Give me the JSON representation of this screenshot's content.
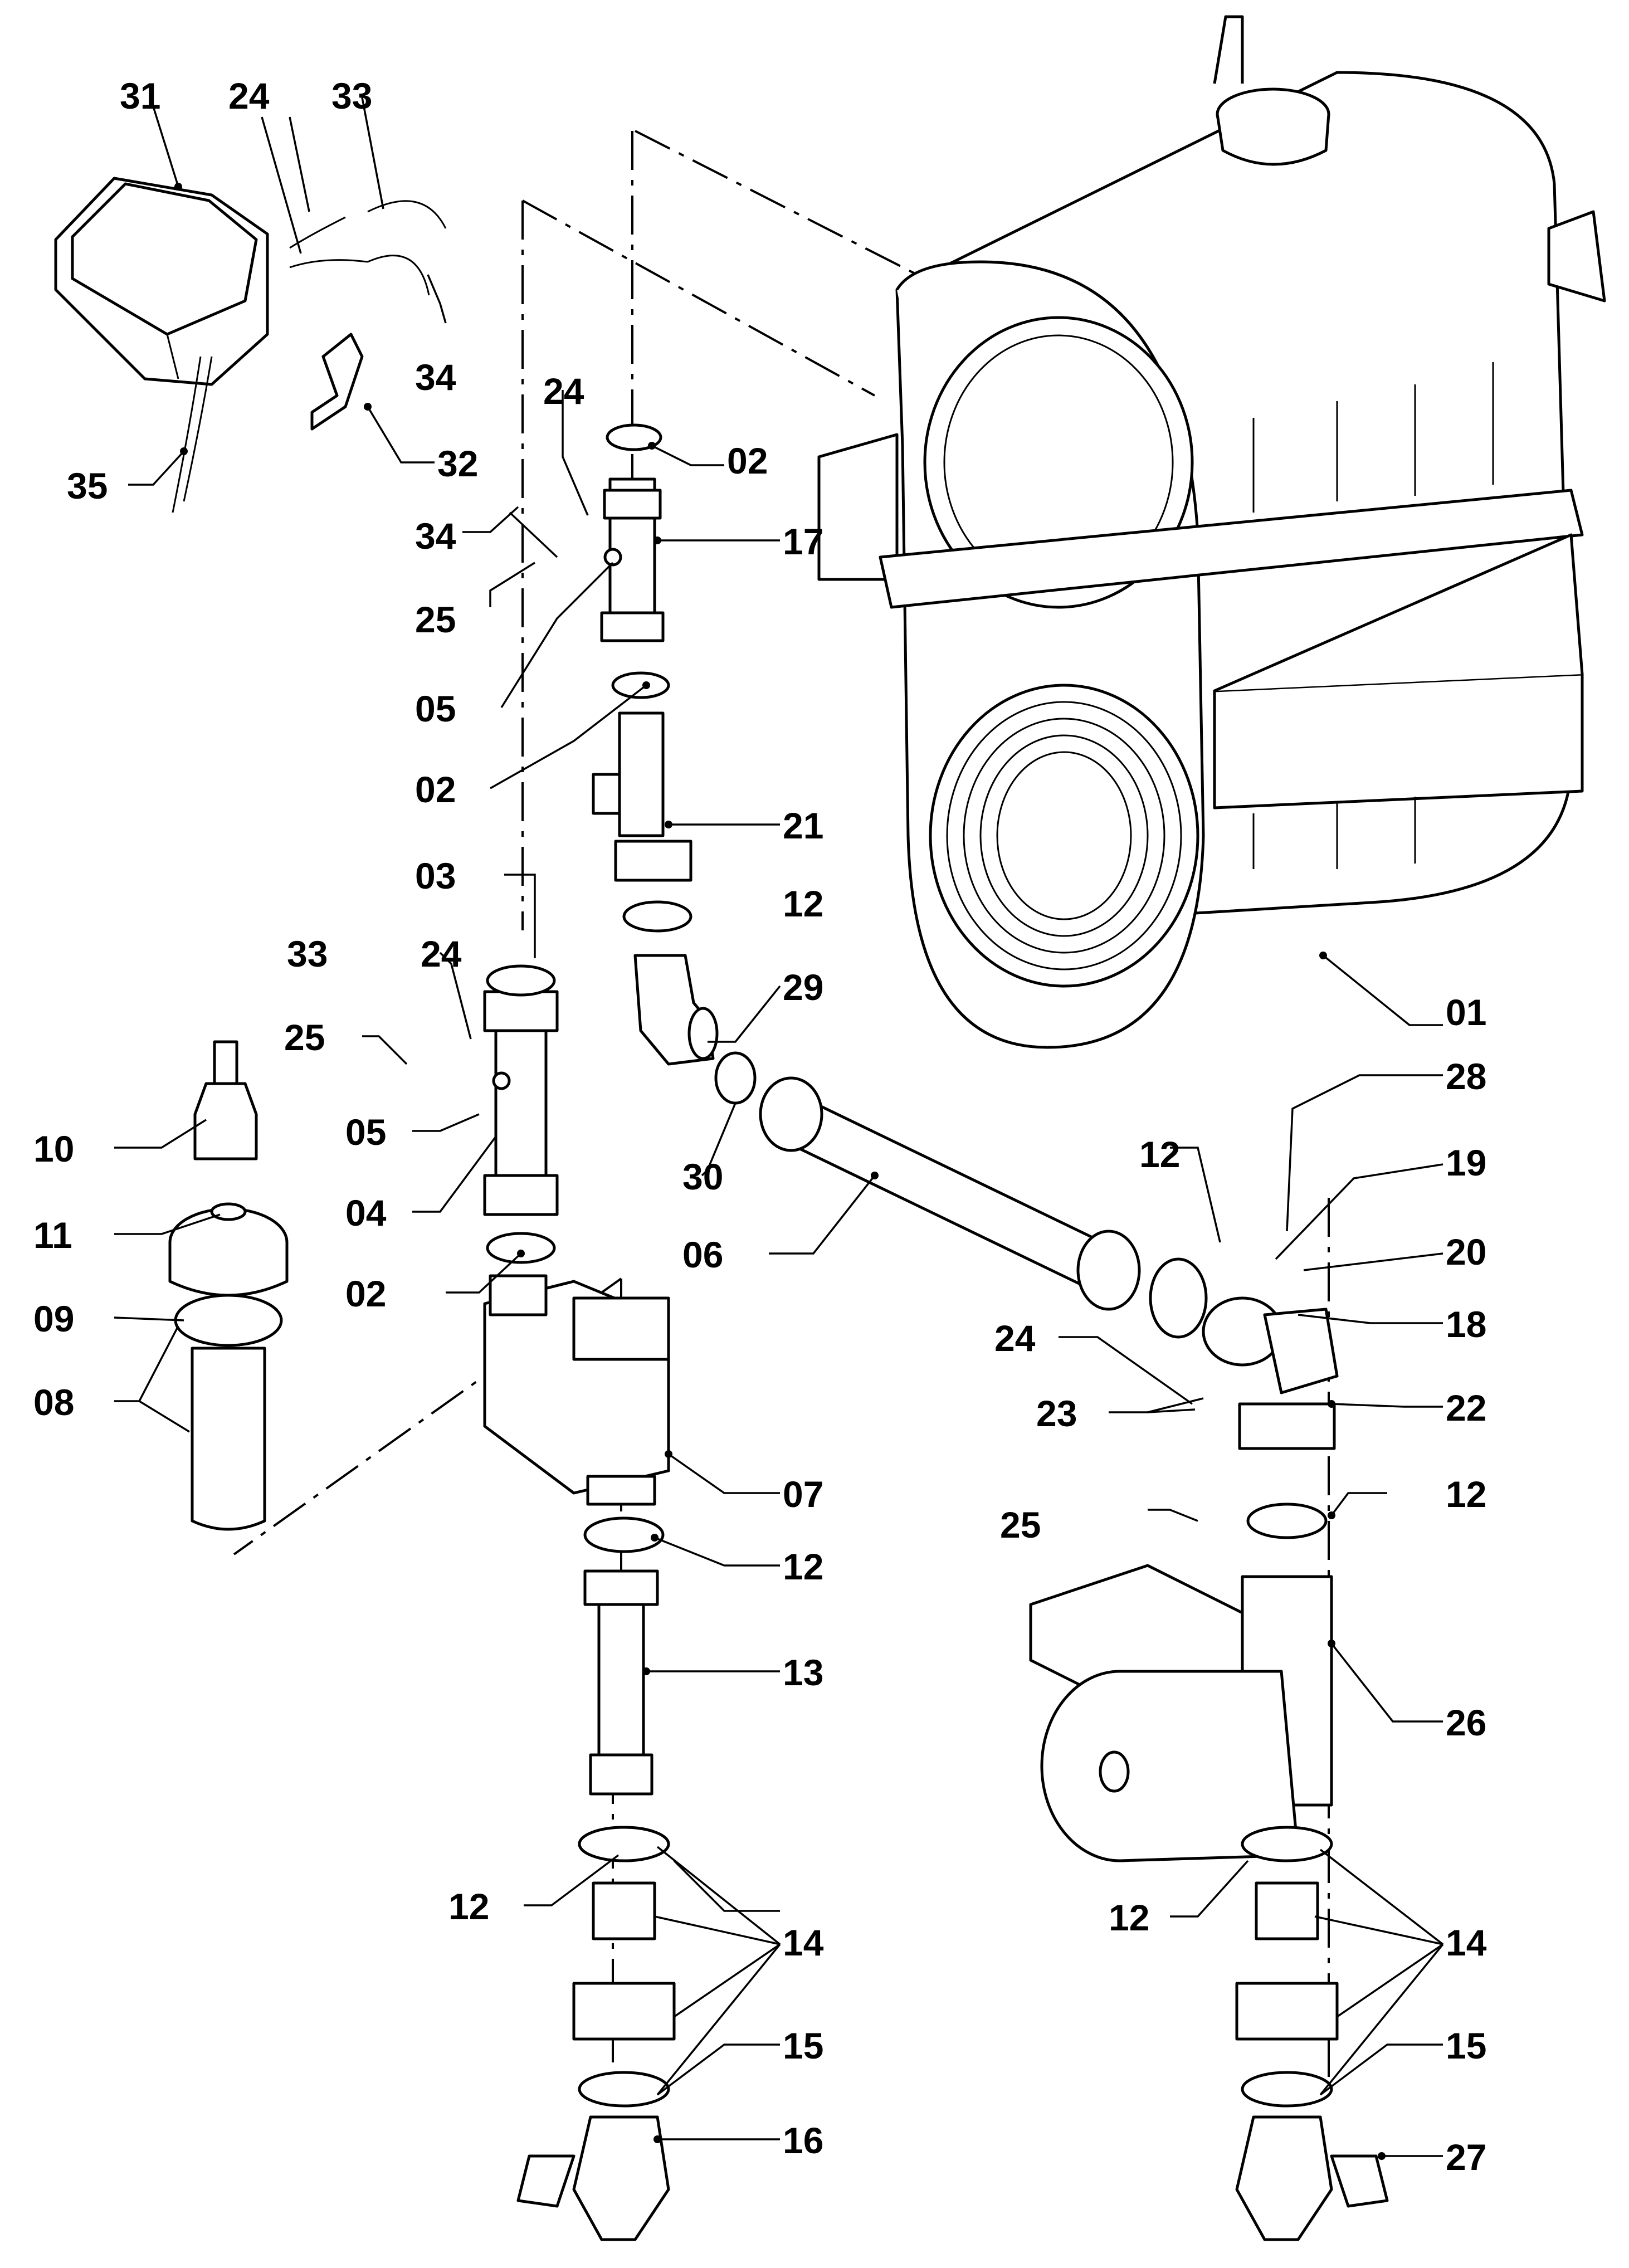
{
  "parts": [
    {
      "id": "p01",
      "text": "01"
    },
    {
      "id": "p02a",
      "text": "02"
    },
    {
      "id": "p02b",
      "text": "02"
    },
    {
      "id": "p02c",
      "text": "02"
    },
    {
      "id": "p03",
      "text": "03"
    },
    {
      "id": "p04",
      "text": "04"
    },
    {
      "id": "p05a",
      "text": "05"
    },
    {
      "id": "p05b",
      "text": "05"
    },
    {
      "id": "p06",
      "text": "06"
    },
    {
      "id": "p07",
      "text": "07"
    },
    {
      "id": "p08",
      "text": "08"
    },
    {
      "id": "p09",
      "text": "09"
    },
    {
      "id": "p10",
      "text": "10"
    },
    {
      "id": "p11",
      "text": "11"
    },
    {
      "id": "p12a",
      "text": "12"
    },
    {
      "id": "p12b",
      "text": "12"
    },
    {
      "id": "p12c",
      "text": "12"
    },
    {
      "id": "p12d",
      "text": "12"
    },
    {
      "id": "p12e",
      "text": "12"
    },
    {
      "id": "p12f",
      "text": "12"
    },
    {
      "id": "p13",
      "text": "13"
    },
    {
      "id": "p14a",
      "text": "14"
    },
    {
      "id": "p14b",
      "text": "14"
    },
    {
      "id": "p15a",
      "text": "15"
    },
    {
      "id": "p15b",
      "text": "15"
    },
    {
      "id": "p16",
      "text": "16"
    },
    {
      "id": "p17",
      "text": "17"
    },
    {
      "id": "p18",
      "text": "18"
    },
    {
      "id": "p19",
      "text": "19"
    },
    {
      "id": "p20",
      "text": "20"
    },
    {
      "id": "p21",
      "text": "21"
    },
    {
      "id": "p22",
      "text": "22"
    },
    {
      "id": "p23",
      "text": "23"
    },
    {
      "id": "p24a",
      "text": "24"
    },
    {
      "id": "p24b",
      "text": "24"
    },
    {
      "id": "p24c",
      "text": "24"
    },
    {
      "id": "p24d",
      "text": "24"
    },
    {
      "id": "p25a",
      "text": "25"
    },
    {
      "id": "p25b",
      "text": "25"
    },
    {
      "id": "p25c",
      "text": "25"
    },
    {
      "id": "p26",
      "text": "26"
    },
    {
      "id": "p27",
      "text": "27"
    },
    {
      "id": "p28",
      "text": "28"
    },
    {
      "id": "p29",
      "text": "29"
    },
    {
      "id": "p30",
      "text": "30"
    },
    {
      "id": "p31",
      "text": "31"
    },
    {
      "id": "p32",
      "text": "32"
    },
    {
      "id": "p33a",
      "text": "33"
    },
    {
      "id": "p33b",
      "text": "33"
    },
    {
      "id": "p34a",
      "text": "34"
    },
    {
      "id": "p34b",
      "text": "34"
    },
    {
      "id": "p35",
      "text": "35"
    }
  ]
}
